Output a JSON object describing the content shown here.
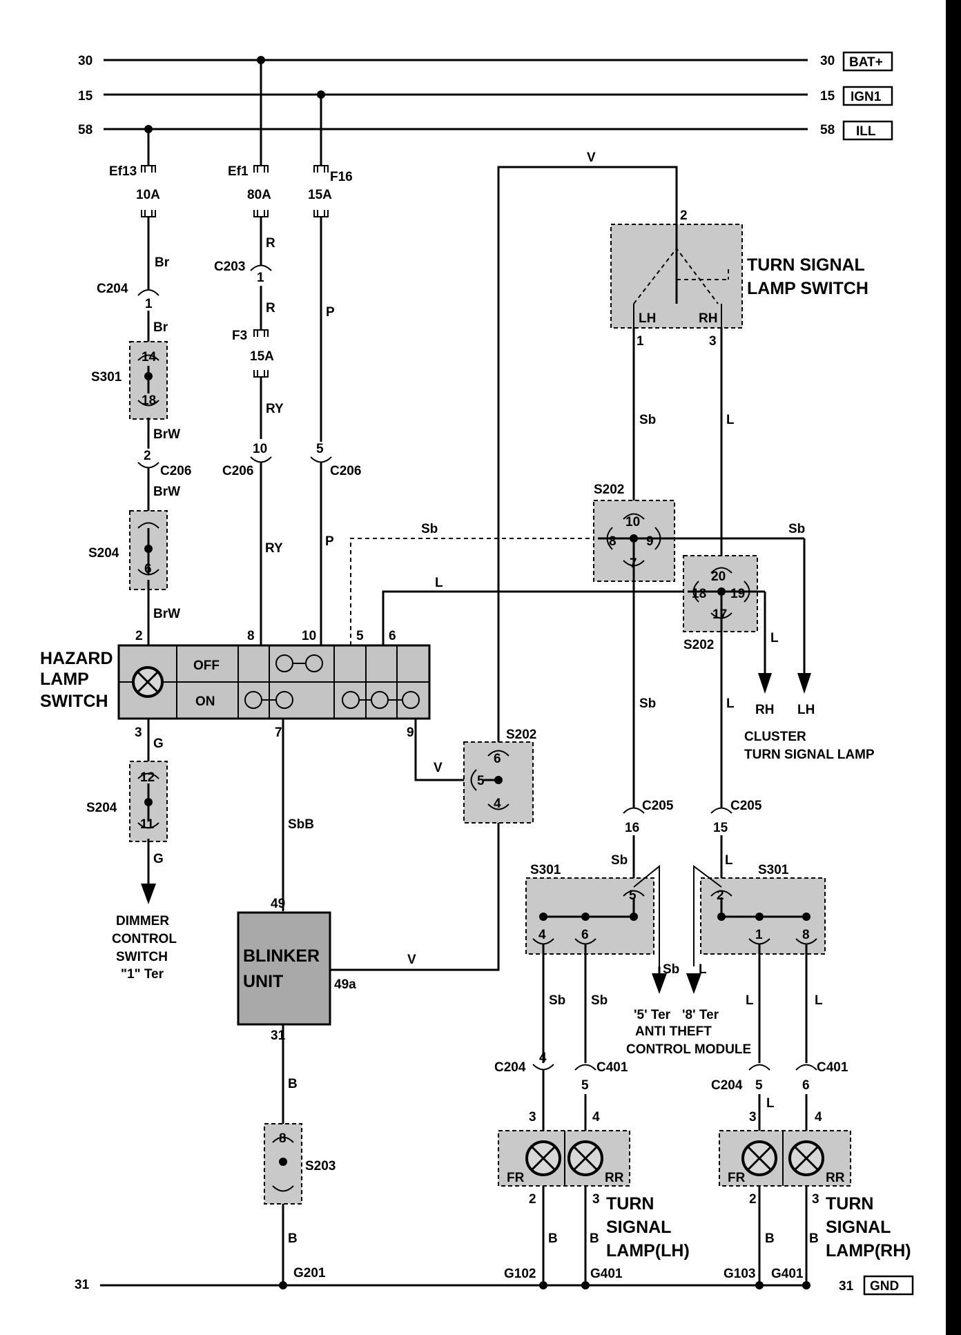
{
  "rails": {
    "r30": {
      "left": "30",
      "right": "30",
      "tag": "BAT+"
    },
    "r15": {
      "left": "15",
      "right": "15",
      "tag": "IGN1"
    },
    "r58": {
      "left": "58",
      "right": "58",
      "tag": "ILL"
    },
    "r31": {
      "left": "31",
      "right": "31",
      "tag": "GND"
    }
  },
  "fuses": {
    "ef13": {
      "name": "Ef13",
      "rating": "10A"
    },
    "ef1": {
      "name": "Ef1",
      "rating": "80A"
    },
    "f16": {
      "name": "F16",
      "rating": "15A"
    },
    "f3": {
      "name": "F3",
      "rating": "15A"
    }
  },
  "connectors": {
    "c204": "C204",
    "c203": "C203",
    "c206": "C206",
    "c205": "C205",
    "c401": "C401",
    "s301": "S301",
    "s204": "S204",
    "s202": "S202",
    "s203": "S203",
    "g201": "G201",
    "g102": "G102",
    "g401": "G401",
    "g103": "G103"
  },
  "wires": {
    "br": "Br",
    "brw": "BrW",
    "r": "R",
    "ry": "RY",
    "p": "P",
    "v": "V",
    "sb": "Sb",
    "l": "L",
    "g": "G",
    "sbb": "SbB",
    "b": "B"
  },
  "pins": {
    "p1": "1",
    "p2": "2",
    "p3": "3",
    "p4": "4",
    "p5": "5",
    "p6": "6",
    "p7": "7",
    "p8": "8",
    "p9": "9",
    "p10": "10",
    "p11": "11",
    "p12": "12",
    "p14": "14",
    "p15": "15",
    "p16": "16",
    "p17": "17",
    "p18": "18",
    "p19": "19",
    "p20": "20",
    "p31": "31",
    "p49": "49",
    "p49a": "49a"
  },
  "hazard": {
    "title1": "HAZARD",
    "title2": "LAMP",
    "title3": "SWITCH",
    "off": "OFF",
    "on": "ON"
  },
  "turn_switch": {
    "title1": "TURN SIGNAL",
    "title2": "LAMP SWITCH",
    "lh": "LH",
    "rh": "RH"
  },
  "blinker": {
    "line1": "BLINKER",
    "line2": "UNIT"
  },
  "dimmer": {
    "line1": "DIMMER",
    "line2": "CONTROL",
    "line3": "SWITCH",
    "line4": "\"1\" Ter"
  },
  "cluster": {
    "rh": "RH",
    "lh": "LH",
    "line1": "CLUSTER",
    "line2": "TURN SIGNAL LAMP"
  },
  "anti_theft": {
    "ter5": "'5' Ter",
    "ter8": "'8' Ter",
    "line1": "ANTI THEFT",
    "line2": "CONTROL MODULE"
  },
  "lamp_lh": {
    "fr": "FR",
    "rr": "RR",
    "line1": "TURN",
    "line2": "SIGNAL",
    "line3": "LAMP(LH)"
  },
  "lamp_rh": {
    "fr": "FR",
    "rr": "RR",
    "line1": "TURN",
    "line2": "SIGNAL",
    "line3": "LAMP(RH)"
  }
}
